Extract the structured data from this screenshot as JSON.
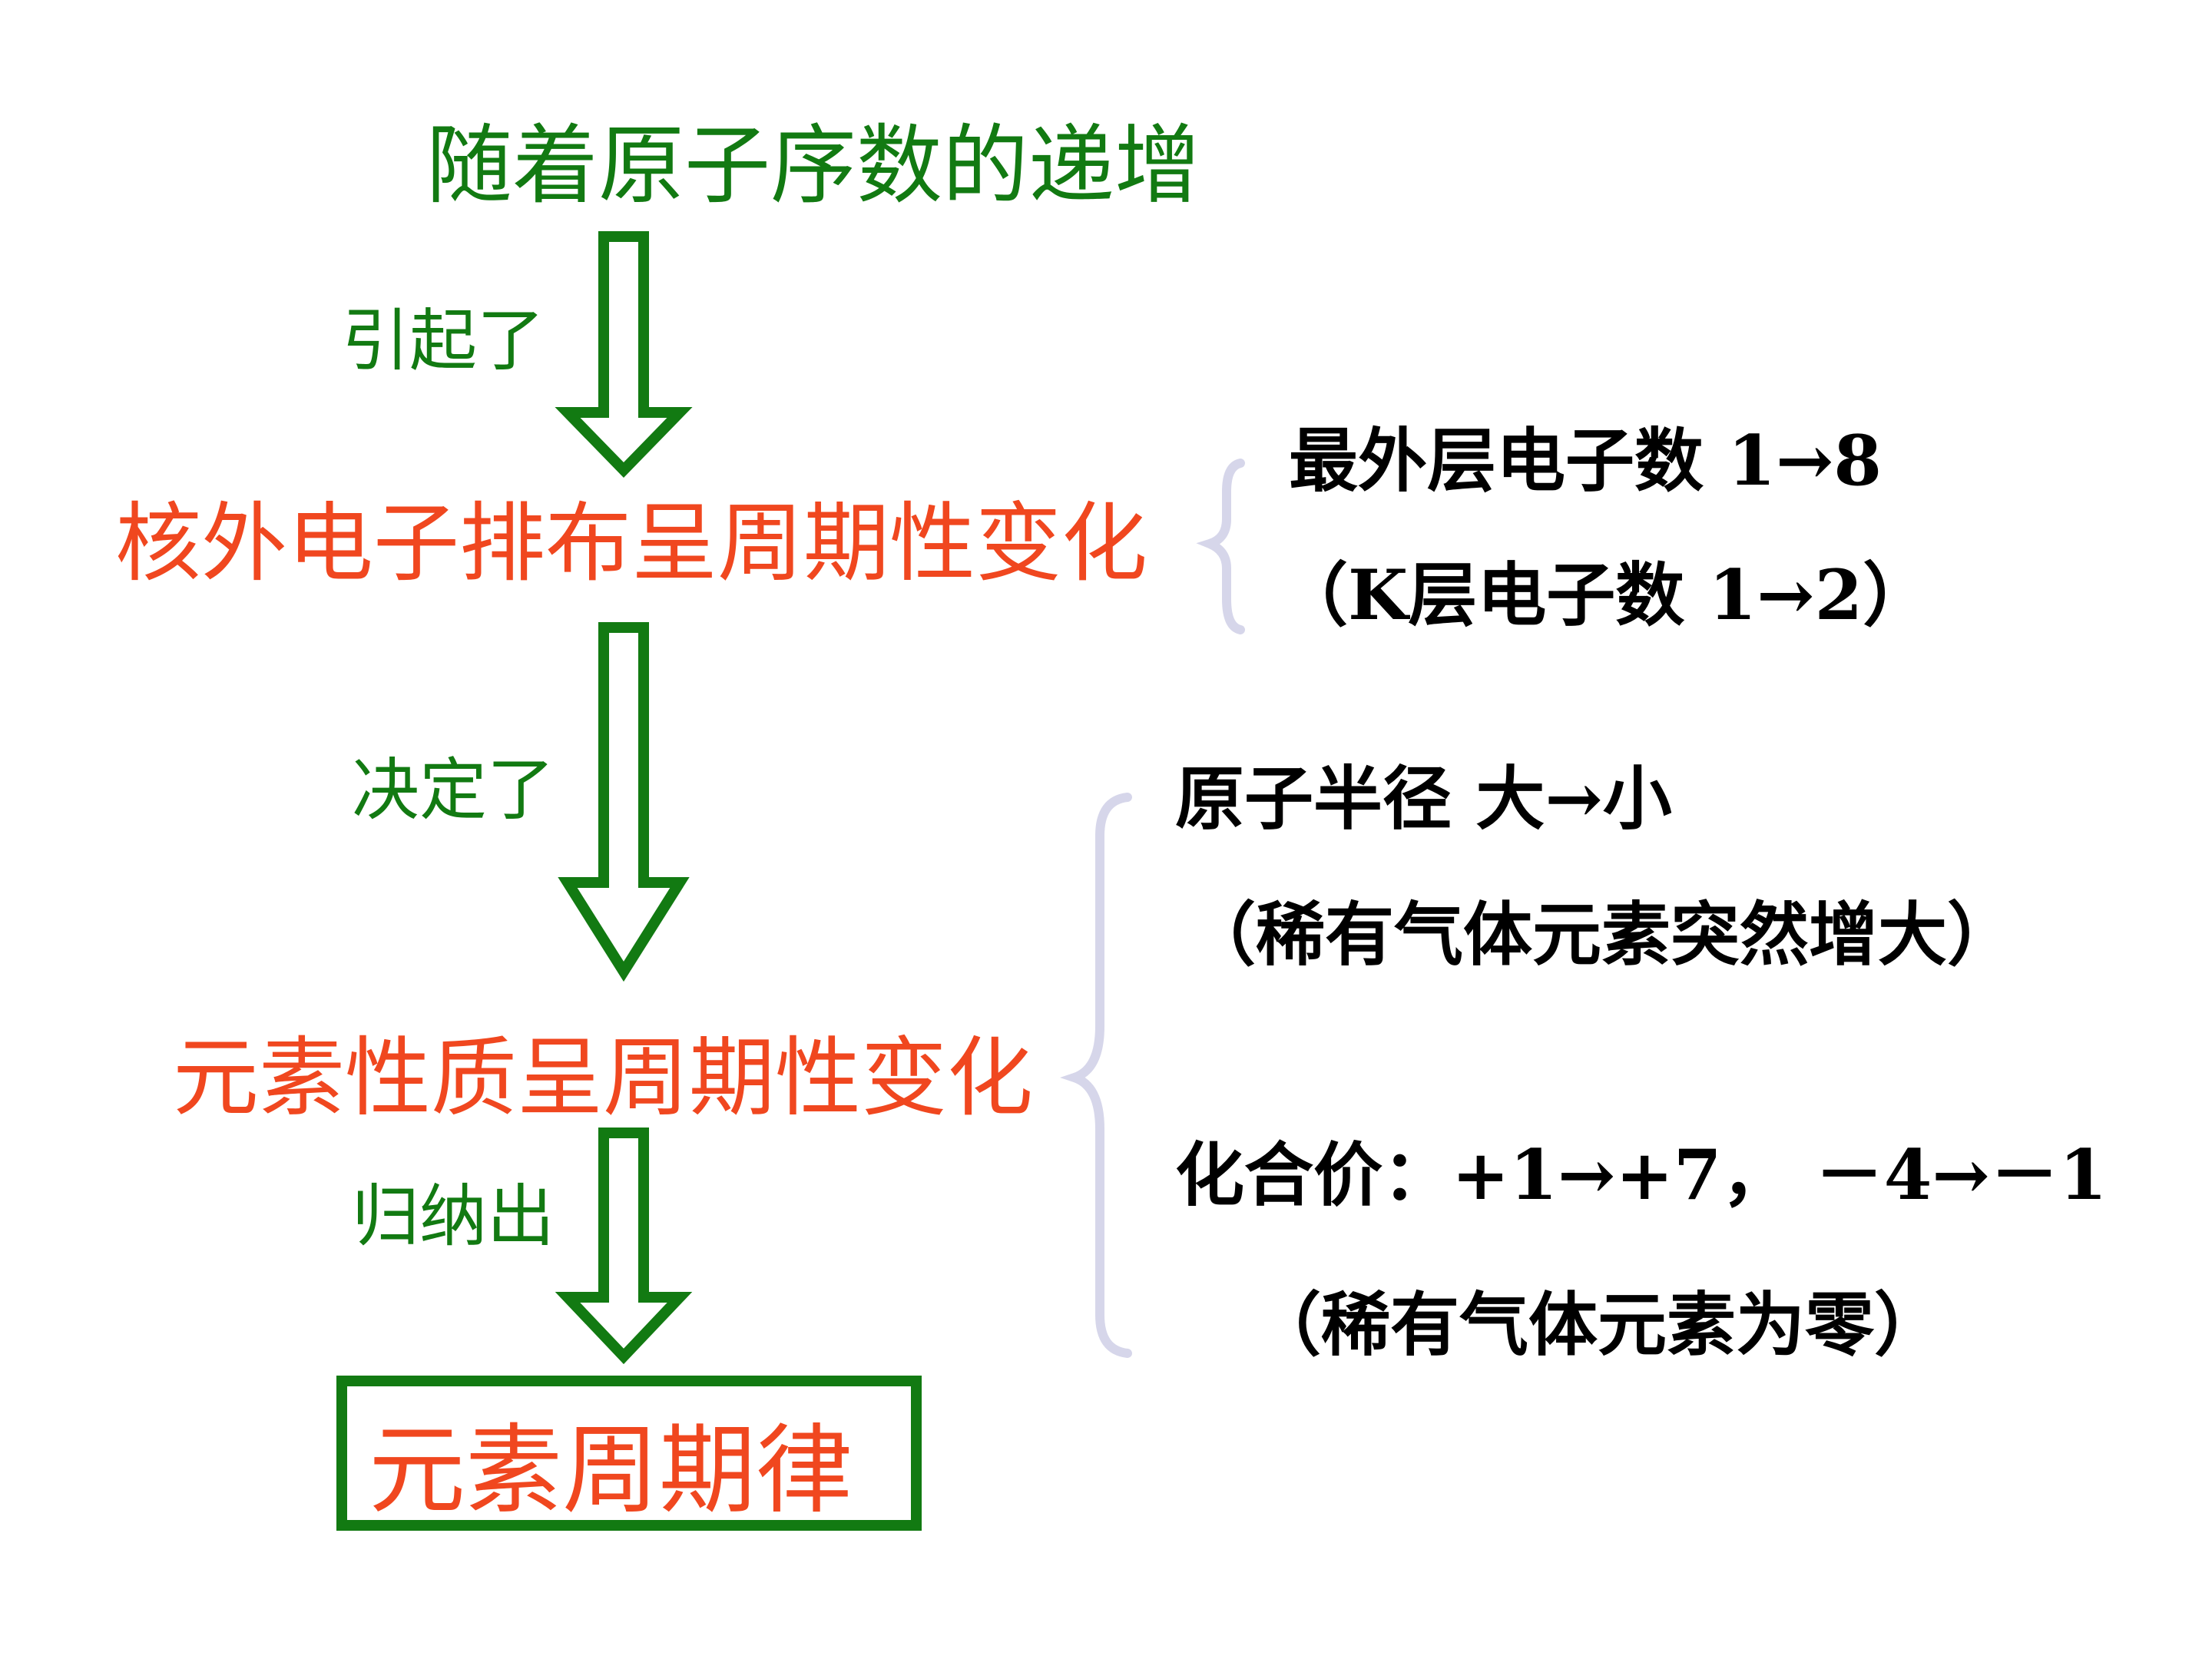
{
  "diagram": {
    "top_title": "随着原子序数的递增",
    "cause_label": "引起了",
    "electron_heading": "核外电子排布呈周期性变化",
    "determine_label": "决定了",
    "property_heading": "元素性质呈周期性变化",
    "induce_label": "归纳出",
    "law_box_text": "元素周期律"
  },
  "electron_details": {
    "outer_electrons": "最外层电子数 1→8",
    "k_shell_electrons": "（K层电子数 1→2）"
  },
  "property_details": {
    "atomic_radius": "原子半径   大→小",
    "radius_note": "（稀有气体元素突然增大）",
    "valence": "化合价：+1→+7，  －4→－1",
    "valence_note": "（稀有气体元素为零）"
  },
  "colors": {
    "green": "#127A12",
    "red": "#F0471F",
    "brace": "#D6D6EA",
    "text": "#000000",
    "background": "#FFFFFF"
  }
}
